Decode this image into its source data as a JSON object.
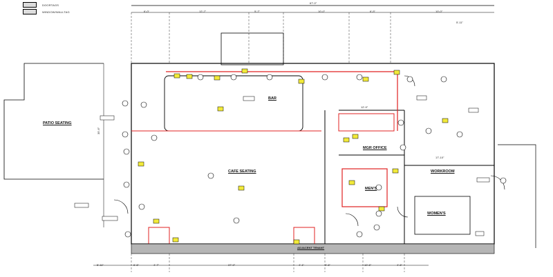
{
  "legend": [
    {
      "swatch_text": "",
      "label": "DOORTAGS"
    },
    {
      "swatch_text": "",
      "label": "WINDOW/WALLTAG"
    }
  ],
  "rooms": {
    "patio_seating": "PATIO SEATING",
    "bar": "BAR",
    "cafe_seating": "CAFE SEATING",
    "mgr_office": "MGR OFFICE",
    "mens": "MEN'S",
    "workroom": "WORKROOM",
    "womens": "WOMEN'S",
    "adjacent_tenant": "ADJACENT TENANT"
  },
  "dimensions": {
    "overall_top": "67'-0\"",
    "top_row": [
      "6'-0\"",
      "12'-7\"",
      "5'-7\"",
      "10'-0\"",
      "6'-5\"",
      "10'-0\""
    ],
    "right_top": "5'-11\"",
    "bottom_row": [
      "5'-11\"",
      "6'-6\"",
      "4'-7\"",
      "37'-9\"",
      "4'-1\"",
      "4'-6\"",
      "10'-6\"",
      "4'-6\""
    ],
    "left_vertical": "35'-6\"",
    "office_width": "12'-9\"",
    "workroom_width": "17'-10\""
  },
  "colors": {
    "wall": "#000000",
    "demo_line": "#e02020",
    "tag_fill": "#f2ea3a",
    "bottom_band": "#b5b5b5"
  }
}
